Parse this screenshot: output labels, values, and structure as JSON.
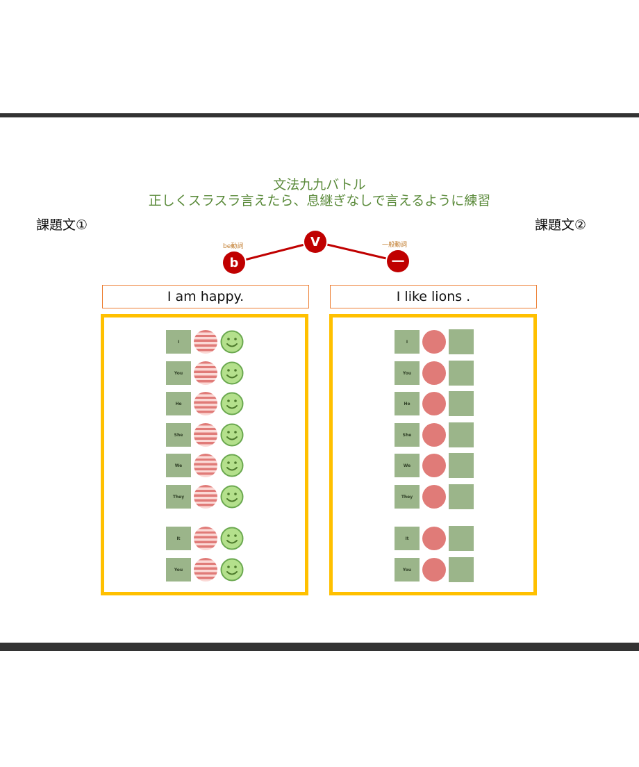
{
  "header": {
    "title_line1": "文法九九バトル",
    "title_line2": "正しくスラスラ言えたら、息継ぎなしで言えるように練習"
  },
  "tasks": {
    "left_label": "課題文①",
    "right_label": "課題文②"
  },
  "diagram": {
    "node_b": "b",
    "node_v": "V",
    "node_ippan": "一",
    "label_be": "be動詞",
    "label_ippan": "一般動詞",
    "node_color": "#c00000"
  },
  "sentences": {
    "left": "I am happy.",
    "right": "I like lions ."
  },
  "pronouns": [
    "I",
    "You",
    "He",
    "She",
    "We",
    "They",
    "It",
    "You"
  ],
  "colors": {
    "panel_border": "#ffc000",
    "sentence_border": "#ed7d31",
    "square": "#9bb58a",
    "circle": "#e07b78",
    "title": "#5a8a3a"
  }
}
